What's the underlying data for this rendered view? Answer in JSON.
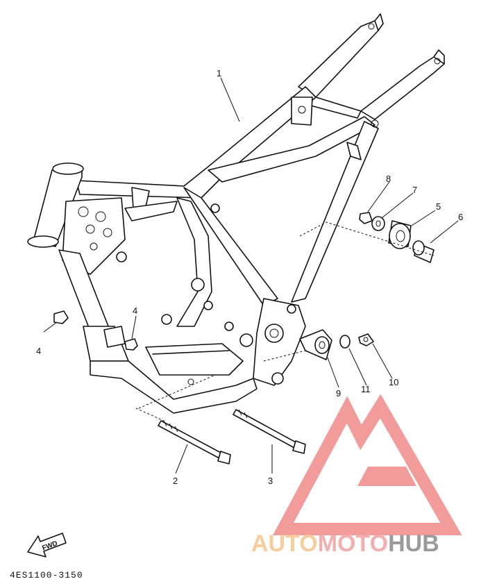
{
  "diagram": {
    "callouts": [
      {
        "id": "c1",
        "label": "1"
      },
      {
        "id": "c2",
        "label": "2"
      },
      {
        "id": "c3",
        "label": "3"
      },
      {
        "id": "c4a",
        "label": "4"
      },
      {
        "id": "c4b",
        "label": "4"
      },
      {
        "id": "c5",
        "label": "5"
      },
      {
        "id": "c6",
        "label": "6"
      },
      {
        "id": "c7",
        "label": "7"
      },
      {
        "id": "c8",
        "label": "8"
      },
      {
        "id": "c9",
        "label": "9"
      },
      {
        "id": "c10",
        "label": "10"
      },
      {
        "id": "c11",
        "label": "11"
      }
    ],
    "fwd_label": "FWD",
    "drawing_code": "4ES1100-3150"
  },
  "watermark": {
    "part1": "AUTO",
    "part2": "MOTO",
    "part3": "HUB",
    "colors": {
      "auto": "#f5c58a",
      "moto": "#f0a2a2",
      "hub": "#8a8a8a",
      "mark": "#f08a8a"
    }
  }
}
